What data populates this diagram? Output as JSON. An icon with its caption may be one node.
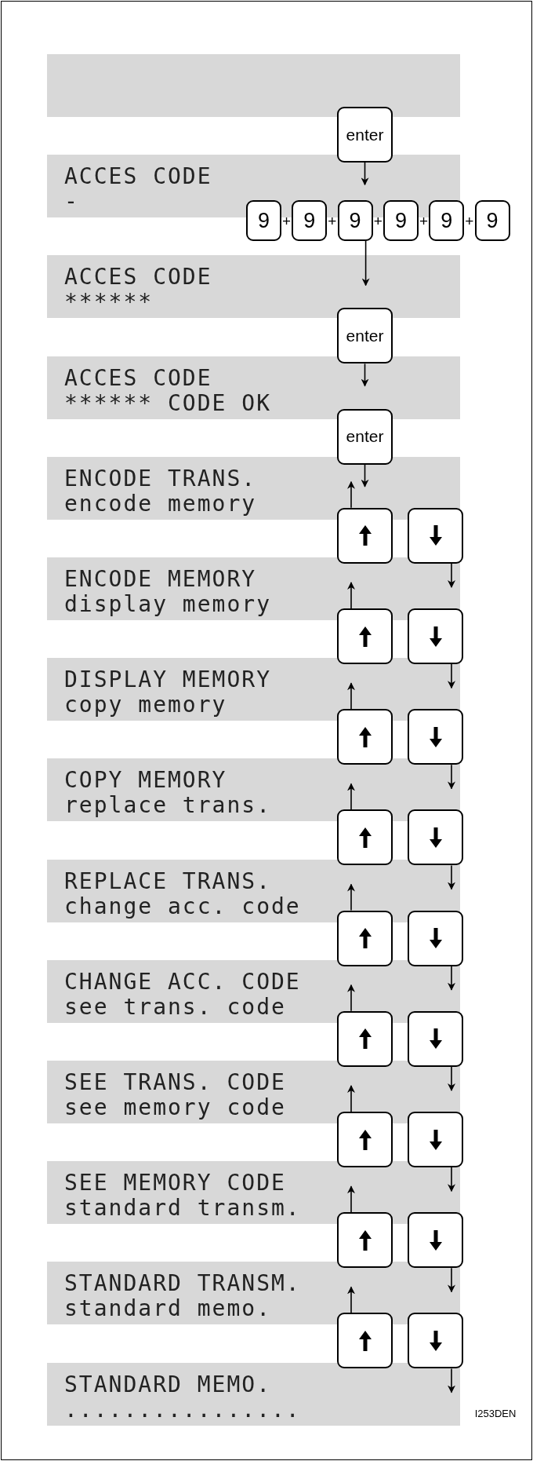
{
  "diagram": {
    "nodes": [
      {
        "text": [],
        "shape": "box"
      },
      {
        "text": [
          "enter"
        ]
      },
      {
        "text": [
          "ACCES CODE",
          "-"
        ]
      },
      {
        "text": [
          "9"
        ]
      },
      {
        "text": [
          "9"
        ]
      },
      {
        "text": [
          "9"
        ]
      },
      {
        "text": [
          "9"
        ]
      },
      {
        "text": [
          "9"
        ]
      },
      {
        "text": [
          "9"
        ]
      },
      {
        "text": [
          "ACCES CODE",
          "******"
        ]
      },
      {
        "text": [
          "enter"
        ]
      },
      {
        "text": [
          "ACCES CODE",
          "****** CODE OK"
        ]
      },
      {
        "text": [
          "enter"
        ]
      },
      {
        "text": [
          "ENCODE TRANS.",
          "encode memory"
        ]
      },
      {
        "text": [],
        "shape": "box"
      },
      {
        "text": [],
        "shape": "box"
      },
      {
        "text": [
          "ENCODE MEMORY",
          "display memory"
        ]
      },
      {
        "text": [],
        "shape": "box"
      },
      {
        "text": [],
        "shape": "box"
      },
      {
        "text": [
          "DISPLAY MEMORY",
          "copy memory"
        ]
      },
      {
        "text": [],
        "shape": "box"
      },
      {
        "text": [],
        "shape": "box"
      },
      {
        "text": [
          "COPY MEMORY",
          "replace trans."
        ]
      },
      {
        "text": [],
        "shape": "box"
      },
      {
        "text": [],
        "shape": "box"
      },
      {
        "text": [
          "REPLACE TRANS.",
          "change acc. code"
        ]
      },
      {
        "text": [],
        "shape": "box"
      },
      {
        "text": [],
        "shape": "box"
      },
      {
        "text": [
          "CHANGE ACC. CODE",
          "see trans. code"
        ]
      },
      {
        "text": [],
        "shape": "box"
      },
      {
        "text": [],
        "shape": "box"
      },
      {
        "text": [
          "SEE TRANS. CODE",
          "see memory code"
        ]
      },
      {
        "text": [],
        "shape": "box"
      },
      {
        "text": [],
        "shape": "box"
      },
      {
        "text": [
          "SEE MEMORY CODE",
          "standard transm."
        ]
      },
      {
        "text": [],
        "shape": "box"
      },
      {
        "text": [],
        "shape": "box"
      },
      {
        "text": [
          "STANDARD TRANSM.",
          "standard memo."
        ]
      },
      {
        "text": [],
        "shape": "box"
      },
      {
        "text": [],
        "shape": "box"
      },
      {
        "text": [
          "STANDARD MEMO.",
          "................"
        ]
      }
    ],
    "edges": [
      {
        "from": 1,
        "to": 2,
        "arrow": "to"
      },
      {
        "from": 5,
        "to": 9,
        "arrow": "to"
      },
      {
        "from": 10,
        "to": 11,
        "arrow": "to"
      },
      {
        "from": 12,
        "to": 13,
        "arrow": "to"
      },
      {
        "from": 14,
        "to": 13,
        "arrow": "to"
      },
      {
        "from": 15,
        "to": 16,
        "arrow": "to"
      },
      {
        "from": 17,
        "to": 16,
        "arrow": "to"
      },
      {
        "from": 18,
        "to": 19,
        "arrow": "to"
      },
      {
        "from": 20,
        "to": 19,
        "arrow": "to"
      },
      {
        "from": 21,
        "to": 22,
        "arrow": "to"
      },
      {
        "from": 23,
        "to": 22,
        "arrow": "to"
      },
      {
        "from": 24,
        "to": 25,
        "arrow": "to"
      },
      {
        "from": 26,
        "to": 25,
        "arrow": "to"
      },
      {
        "from": 27,
        "to": 28,
        "arrow": "to"
      },
      {
        "from": 29,
        "to": 28,
        "arrow": "to"
      },
      {
        "from": 30,
        "to": 31,
        "arrow": "to"
      },
      {
        "from": 32,
        "to": 31,
        "arrow": "to"
      },
      {
        "from": 33,
        "to": 34,
        "arrow": "to"
      },
      {
        "from": 35,
        "to": 34,
        "arrow": "to"
      },
      {
        "from": 36,
        "to": 37,
        "arrow": "to"
      },
      {
        "from": 38,
        "to": 37,
        "arrow": "to"
      },
      {
        "from": 39,
        "to": 40,
        "arrow": "to"
      }
    ],
    "labels": [
      "+",
      "+",
      "+",
      "+",
      "+",
      "I253DEN"
    ]
  }
}
